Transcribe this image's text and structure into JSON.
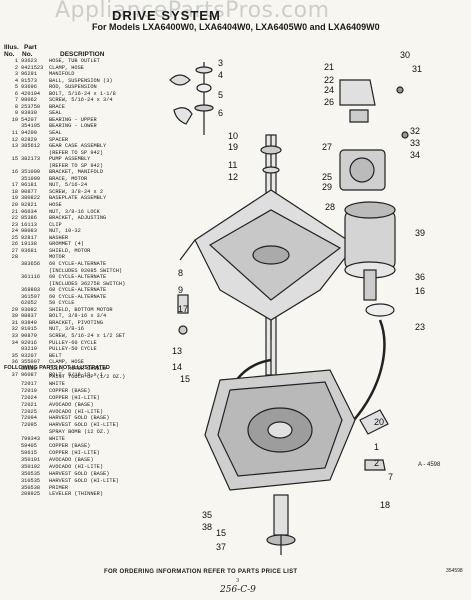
{
  "watermark": "AppliancePartsPros.com",
  "title": "DRIVE SYSTEM",
  "subtitle": "For Models LXA6400W0, LXA6404W0, LXA6405W0 and LXA6409W0",
  "columns": {
    "illus": "Illus.",
    "no": "No.",
    "part": "Part",
    "number": "No.",
    "description": "DESCRIPTION"
  },
  "parts": [
    [
      "1",
      "93623",
      "HOSE, TUB OUTLET"
    ],
    [
      "2",
      "9421523",
      "CLAMP, HOSE"
    ],
    [
      "3",
      "96291",
      "MANIFOLD"
    ],
    [
      "4",
      "91573",
      "BALL, SUSPENSION (3)"
    ],
    [
      "5",
      "93696",
      "ROD, SUSPENSION"
    ],
    [
      "6",
      "420194",
      "BOLT, 5/16-24 x 1-1/8"
    ],
    [
      "7",
      "98062",
      "SCREW, 5/16-24 x 3/4"
    ],
    [
      "8",
      "253750",
      "BRACE"
    ],
    [
      "9",
      "93930",
      "SEAL"
    ],
    [
      "10",
      "54207",
      "BEARING - UPPER"
    ],
    [
      "",
      "354195",
      "BEARING - LOWER"
    ],
    [
      "11",
      "94209",
      "SEAL"
    ],
    [
      "12",
      "92829",
      "SPACER"
    ],
    [
      "13",
      "385612",
      "GEAR CASE ASSEMBLY"
    ],
    [
      "",
      "",
      "(REFER TO SP 942)"
    ],
    [
      "15",
      "382173",
      "PUMP ASSEMBLY"
    ],
    [
      "",
      "",
      "(REFER TO SP 942)"
    ],
    [
      "16",
      "351009",
      "BRACKET, MANIFOLD"
    ],
    [
      "",
      "351099",
      "BRACE, MOTOR"
    ],
    [
      "17",
      "96181",
      "NUT, 5/16-24"
    ],
    [
      "18",
      "90877",
      "SCREW, 3/8-24 x 2"
    ],
    [
      "19",
      "380822",
      "BASEPLATE ASSEMBLY"
    ],
    [
      "20",
      "92821",
      "HOSE"
    ],
    [
      "21",
      "96034",
      "NUT, 3/8-16 LOCK"
    ],
    [
      "22",
      "85386",
      "BRACKET, ADJUSTING"
    ],
    [
      "23",
      "16113",
      "CLIP"
    ],
    [
      "24",
      "98083",
      "NUT, 10-32"
    ],
    [
      "25",
      "92817",
      "WASHER"
    ],
    [
      "26",
      "19138",
      "GROMMET (4)"
    ],
    [
      "27",
      "93681",
      "SHIELD, MOTOR"
    ],
    [
      "28",
      "",
      "MOTOR"
    ],
    [
      "",
      "383656",
      "60 CYCLE-ALTERNATE"
    ],
    [
      "",
      "",
      "(INCLUDES 92085 SWITCH)"
    ],
    [
      "",
      "361116",
      "60 CYCLE-ALTERNATE"
    ],
    [
      "",
      "",
      "(INCLUDES 362758 SWITCH)"
    ],
    [
      "",
      "369803",
      "60 CYCLE-ALTERNATE"
    ],
    [
      "",
      "361597",
      "60 CYCLE-ALTERNATE"
    ],
    [
      "",
      "62052",
      "50 CYCLE"
    ],
    [
      "29",
      "93082",
      "SHIELD, BOTTOM MOTOR"
    ],
    [
      "30",
      "98837",
      "BOLT, 3/8-16 x 3/4"
    ],
    [
      "31",
      "93849",
      "BRACKET, PIVOTING"
    ],
    [
      "32",
      "91015",
      "NUT, 3/8-16"
    ],
    [
      "33",
      "90879",
      "SCREW, 5/16-24 x 1/2 SET"
    ],
    [
      "34",
      "92016",
      "PULLEY-60 CYCLE"
    ],
    [
      "",
      "93219",
      "PULLEY-50 CYCLE"
    ],
    [
      "35",
      "93207",
      "BELT"
    ],
    [
      "36",
      "355097",
      "CLAMP, HOSE"
    ],
    [
      "",
      "93092",
      "CLIP, MOTOR SHIELD"
    ],
    [
      "37",
      "96087",
      "BOLT, 5/16-18 x 1"
    ]
  ],
  "following_heading": "FOLLOWING PARTS NOT ILLUSTRATED",
  "parts2": [
    [
      "",
      "",
      "PAINT TOUCH-UP (1/2 OZ.)"
    ],
    [
      "",
      "72017",
      "WHITE"
    ],
    [
      "",
      "72019",
      "COPPER (BASE)"
    ],
    [
      "",
      "72024",
      "COPPER (HI-LITE)"
    ],
    [
      "",
      "72021",
      "AVOCADO (BASE)"
    ],
    [
      "",
      "72025",
      "AVOCADO (HI-LITE)"
    ],
    [
      "",
      "72094",
      "HARVEST GOLD (BASE)"
    ],
    [
      "",
      "72095",
      "HARVEST GOLD (HI-LITE)"
    ],
    [
      "",
      "",
      "SPRAY BOMB (12 OZ.)"
    ],
    [
      "",
      "799343",
      "WHITE"
    ],
    [
      "",
      "59405",
      "COPPER (BASE)"
    ],
    [
      "",
      "59615",
      "COPPER (HI-LITE)"
    ],
    [
      "",
      "350191",
      "AVOCADO (BASE)"
    ],
    [
      "",
      "350192",
      "AVOCADO (HI-LITE)"
    ],
    [
      "",
      "350535",
      "HARVEST GOLD (BASE)"
    ],
    [
      "",
      "310535",
      "HARVEST GOLD (HI-LITE)"
    ],
    [
      "",
      "350538",
      "PRIMER"
    ],
    [
      "",
      "208925",
      "LEVELER (THINNER)"
    ]
  ],
  "diagram_code": "A - 4598",
  "footer": "FOR ORDERING INFORMATION REFER TO PARTS PRICE LIST",
  "page_number": "3",
  "handwritten": "256-C-9",
  "corner_code": "354598"
}
